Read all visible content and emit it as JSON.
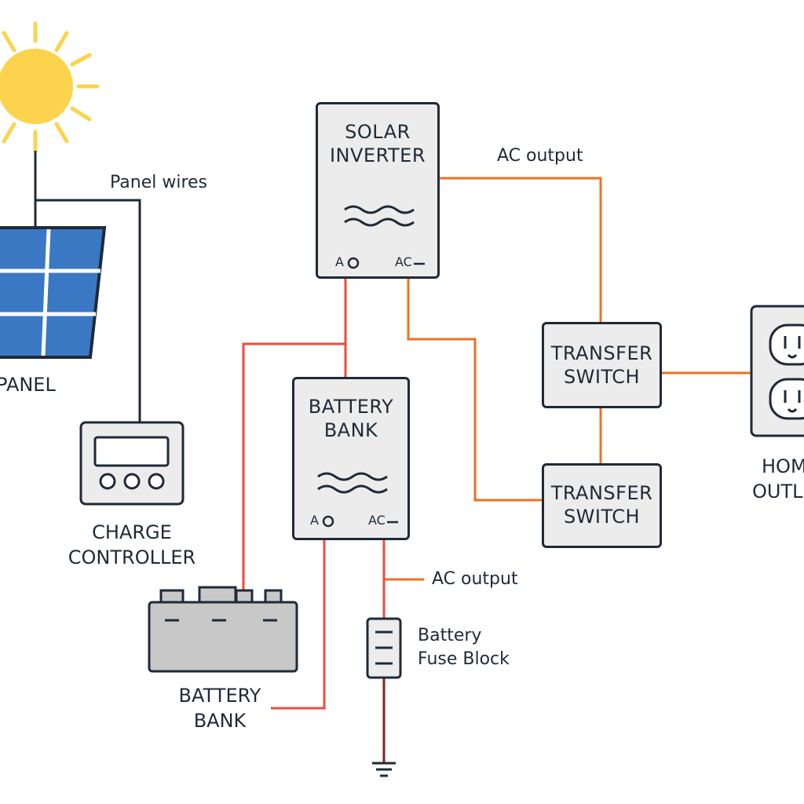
{
  "colors": {
    "outline": "#1f2a37",
    "box_fill": "#ececec",
    "ac_wire": "#f07020",
    "dc_wire": "#ee4b3e",
    "panel_wire": "#1f2a37",
    "sun": "#fcd34d",
    "solar_cell": "#3b78c4"
  },
  "labels": {
    "panel_wires": "Panel wires",
    "ac_output_top": "AC output",
    "ac_output_bottom": "AC output",
    "fuse_line1": "Battery",
    "fuse_line2": "Fuse Block"
  },
  "components": {
    "solar_panel": {
      "caption": "PANEL",
      "icon": "solar-panel-icon"
    },
    "sun": {
      "icon": "sun-icon"
    },
    "charge_controller": {
      "caption_line1": "CHARGE",
      "caption_line2": "CONTROLLER",
      "icon": "charge-controller-icon"
    },
    "solar_inverter": {
      "title_line1": "SOLAR",
      "title_line2": "INVERTER",
      "terminal_dc": "A",
      "terminal_ac": "AC",
      "icon": "ac-wave-icon"
    },
    "battery_bank_box": {
      "title_line1": "BATTERY",
      "title_line2": "BANK",
      "terminal_dc": "A",
      "terminal_ac": "AC",
      "icon": "ac-wave-icon"
    },
    "transfer_switch_top": {
      "title_line1": "TRANSFER",
      "title_line2": "SWITCH"
    },
    "transfer_switch_bottom": {
      "title_line1": "TRANSFER",
      "title_line2": "SWITCH"
    },
    "battery": {
      "caption_line1": "BATTERY",
      "caption_line2": "BANK",
      "icon": "battery-icon"
    },
    "home_outlet": {
      "caption_line1": "HOM",
      "caption_line2": "OUTL",
      "icon": "outlet-icon"
    },
    "fuse_block": {
      "icon": "fuse-block-icon"
    },
    "ground": {
      "icon": "ground-icon"
    }
  }
}
